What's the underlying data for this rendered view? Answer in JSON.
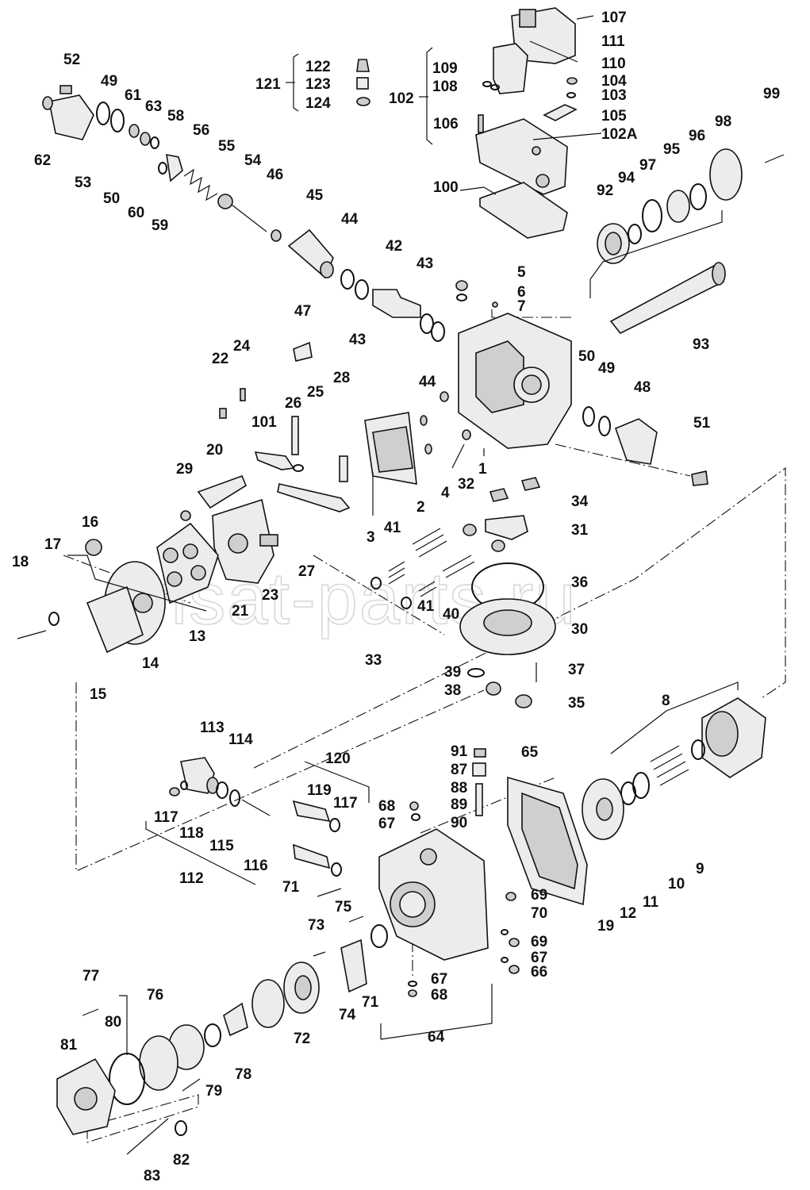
{
  "watermark": "arisat-parts.ru",
  "labels": [
    {
      "id": "l107",
      "text": "107"
    },
    {
      "id": "l111",
      "text": "111"
    },
    {
      "id": "l110",
      "text": "110"
    },
    {
      "id": "l109",
      "text": "109"
    },
    {
      "id": "l108",
      "text": "108"
    },
    {
      "id": "l104",
      "text": "104"
    },
    {
      "id": "l103",
      "text": "103"
    },
    {
      "id": "l102",
      "text": "102"
    },
    {
      "id": "l105",
      "text": "105"
    },
    {
      "id": "l106",
      "text": "106"
    },
    {
      "id": "l102A",
      "text": "102A"
    },
    {
      "id": "l100",
      "text": "100"
    },
    {
      "id": "l122",
      "text": "122"
    },
    {
      "id": "l123",
      "text": "123"
    },
    {
      "id": "l124",
      "text": "124"
    },
    {
      "id": "l121",
      "text": "121"
    },
    {
      "id": "l52",
      "text": "52"
    },
    {
      "id": "l49a",
      "text": "49"
    },
    {
      "id": "l61",
      "text": "61"
    },
    {
      "id": "l63",
      "text": "63"
    },
    {
      "id": "l58",
      "text": "58"
    },
    {
      "id": "l56",
      "text": "56"
    },
    {
      "id": "l55",
      "text": "55"
    },
    {
      "id": "l54",
      "text": "54"
    },
    {
      "id": "l46",
      "text": "46"
    },
    {
      "id": "l45",
      "text": "45"
    },
    {
      "id": "l62",
      "text": "62"
    },
    {
      "id": "l53",
      "text": "53"
    },
    {
      "id": "l50a",
      "text": "50"
    },
    {
      "id": "l60",
      "text": "60"
    },
    {
      "id": "l59",
      "text": "59"
    },
    {
      "id": "l44a",
      "text": "44"
    },
    {
      "id": "l42",
      "text": "42"
    },
    {
      "id": "l43a",
      "text": "43"
    },
    {
      "id": "l43b",
      "text": "43"
    },
    {
      "id": "l44b",
      "text": "44"
    },
    {
      "id": "l47",
      "text": "47"
    },
    {
      "id": "l5",
      "text": "5"
    },
    {
      "id": "l6",
      "text": "6"
    },
    {
      "id": "l7",
      "text": "7"
    },
    {
      "id": "l99",
      "text": "99"
    },
    {
      "id": "l98",
      "text": "98"
    },
    {
      "id": "l96",
      "text": "96"
    },
    {
      "id": "l95",
      "text": "95"
    },
    {
      "id": "l97",
      "text": "97"
    },
    {
      "id": "l94",
      "text": "94"
    },
    {
      "id": "l92",
      "text": "92"
    },
    {
      "id": "l93",
      "text": "93"
    },
    {
      "id": "l50b",
      "text": "50"
    },
    {
      "id": "l49b",
      "text": "49"
    },
    {
      "id": "l48",
      "text": "48"
    },
    {
      "id": "l51",
      "text": "51"
    },
    {
      "id": "l1",
      "text": "1"
    },
    {
      "id": "l4",
      "text": "4"
    },
    {
      "id": "l2",
      "text": "2"
    },
    {
      "id": "l3",
      "text": "3"
    },
    {
      "id": "l22",
      "text": "22"
    },
    {
      "id": "l24",
      "text": "24"
    },
    {
      "id": "l28",
      "text": "28"
    },
    {
      "id": "l26",
      "text": "26"
    },
    {
      "id": "l25",
      "text": "25"
    },
    {
      "id": "l101",
      "text": "101"
    },
    {
      "id": "l20",
      "text": "20"
    },
    {
      "id": "l29",
      "text": "29"
    },
    {
      "id": "l27",
      "text": "27"
    },
    {
      "id": "l23",
      "text": "23"
    },
    {
      "id": "l16",
      "text": "16"
    },
    {
      "id": "l17",
      "text": "17"
    },
    {
      "id": "l18",
      "text": "18"
    },
    {
      "id": "l21",
      "text": "21"
    },
    {
      "id": "l13",
      "text": "13"
    },
    {
      "id": "l14",
      "text": "14"
    },
    {
      "id": "l15",
      "text": "15"
    },
    {
      "id": "l32",
      "text": "32"
    },
    {
      "id": "l34",
      "text": "34"
    },
    {
      "id": "l31",
      "text": "31"
    },
    {
      "id": "l41a",
      "text": "41"
    },
    {
      "id": "l36",
      "text": "36"
    },
    {
      "id": "l40",
      "text": "40"
    },
    {
      "id": "l41b",
      "text": "41"
    },
    {
      "id": "l30",
      "text": "30"
    },
    {
      "id": "l33",
      "text": "33"
    },
    {
      "id": "l37",
      "text": "37"
    },
    {
      "id": "l39",
      "text": "39"
    },
    {
      "id": "l38",
      "text": "38"
    },
    {
      "id": "l35",
      "text": "35"
    },
    {
      "id": "l8",
      "text": "8"
    },
    {
      "id": "l65",
      "text": "65"
    },
    {
      "id": "l91",
      "text": "91"
    },
    {
      "id": "l87",
      "text": "87"
    },
    {
      "id": "l88",
      "text": "88"
    },
    {
      "id": "l89",
      "text": "89"
    },
    {
      "id": "l90",
      "text": "90"
    },
    {
      "id": "l120",
      "text": "120"
    },
    {
      "id": "l119",
      "text": "119"
    },
    {
      "id": "l117a",
      "text": "117"
    },
    {
      "id": "l68a",
      "text": "68"
    },
    {
      "id": "l67a",
      "text": "67"
    },
    {
      "id": "l113",
      "text": "113"
    },
    {
      "id": "l114",
      "text": "114"
    },
    {
      "id": "l117b",
      "text": "117"
    },
    {
      "id": "l118",
      "text": "118"
    },
    {
      "id": "l115",
      "text": "115"
    },
    {
      "id": "l116",
      "text": "116"
    },
    {
      "id": "l112",
      "text": "112"
    },
    {
      "id": "l19",
      "text": "19"
    },
    {
      "id": "l12",
      "text": "12"
    },
    {
      "id": "l11",
      "text": "11"
    },
    {
      "id": "l10",
      "text": "10"
    },
    {
      "id": "l9",
      "text": "9"
    },
    {
      "id": "l69a",
      "text": "69"
    },
    {
      "id": "l70",
      "text": "70"
    },
    {
      "id": "l69b",
      "text": "69"
    },
    {
      "id": "l67b",
      "text": "67"
    },
    {
      "id": "l66",
      "text": "66"
    },
    {
      "id": "l67c",
      "text": "67"
    },
    {
      "id": "l68b",
      "text": "68"
    },
    {
      "id": "l64",
      "text": "64"
    },
    {
      "id": "l71a",
      "text": "71"
    },
    {
      "id": "l75",
      "text": "75"
    },
    {
      "id": "l73",
      "text": "73"
    },
    {
      "id": "l71b",
      "text": "71"
    },
    {
      "id": "l74",
      "text": "74"
    },
    {
      "id": "l72",
      "text": "72"
    },
    {
      "id": "l77",
      "text": "77"
    },
    {
      "id": "l76",
      "text": "76"
    },
    {
      "id": "l80",
      "text": "80"
    },
    {
      "id": "l81",
      "text": "81"
    },
    {
      "id": "l78",
      "text": "78"
    },
    {
      "id": "l79",
      "text": "79"
    },
    {
      "id": "l82",
      "text": "82"
    },
    {
      "id": "l83",
      "text": "83"
    }
  ]
}
